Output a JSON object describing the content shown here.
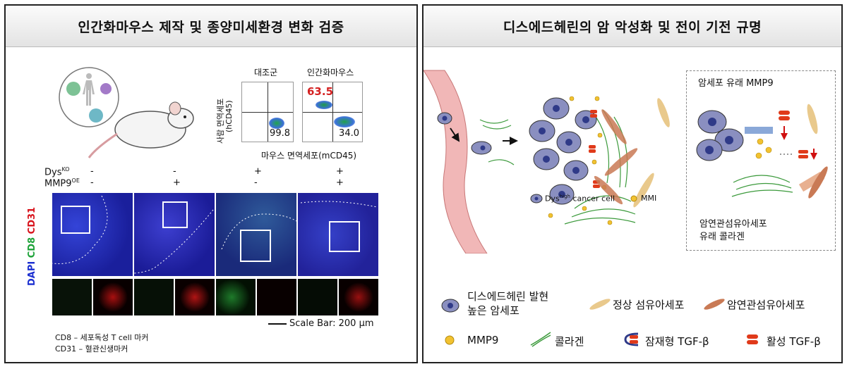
{
  "left_panel": {
    "title": "인간화마우스 제작 및 종양미세환경 변화 검증",
    "flow": {
      "group_labels": [
        "대조군",
        "인간화마우스"
      ],
      "y_axis_label": "사람 면역세포",
      "y_axis_sub": "(hCD45)",
      "x_axis_label": "마우스 면역세포(mCD45)",
      "values": [
        {
          "upper_left": "",
          "lower_right": "99.8"
        },
        {
          "upper_left": "63.5",
          "lower_right": "34.0"
        }
      ],
      "highlight_color": "#d42020"
    },
    "genotype": {
      "row1_label": "Dys",
      "row1_sup": "KO",
      "row2_label": "MMP9",
      "row2_sup": "OE",
      "row1_values": [
        "-",
        "-",
        "+",
        "+"
      ],
      "row2_values": [
        "-",
        "+",
        "-",
        "+"
      ]
    },
    "stain_label": {
      "dapi": "DAPI",
      "cd8": "CD8",
      "cd31": "CD31"
    },
    "stain_colors": {
      "dapi": "#1b2fd0",
      "cd8": "#1fa33a",
      "cd31": "#d8121b"
    },
    "scale_bar": "Scale Bar: 200 µm",
    "notes": [
      "CD8 – 세포독성 T cell 마커",
      "CD31 – 혈관신생마커"
    ]
  },
  "right_panel": {
    "title": "디스에드헤린의 암 악성화 및 전이 기전 규명",
    "inset_top": "암세포 유래 MMP9",
    "inset_bottom": [
      "암연관섬유아세포",
      "유래 콜라겐"
    ],
    "diagram_legend": {
      "cell": "Dys",
      "cell_sup": "high",
      "cell_rest": " cancer cell",
      "mmp": "MMI"
    },
    "legend": {
      "cancer": [
        "디스에드헤린 발현",
        "높은 암세포"
      ],
      "normal_fibro": "정상 섬유아세포",
      "caf": "암연관섬유아세포",
      "mmp9": "MMP9",
      "collagen": "콜라겐",
      "latent": "잠재형 TGF-β",
      "active": "활성 TGF-β"
    },
    "colors": {
      "cell": "#8a8fc0",
      "nucleus": "#2f3a88",
      "mmp9": "#f2c230",
      "collagen": "#3c9a3c",
      "tgf": "#e03a1a",
      "fibro": "#e9c98c",
      "caf": "#c97a55",
      "vessel": "#e8a0a0"
    }
  }
}
